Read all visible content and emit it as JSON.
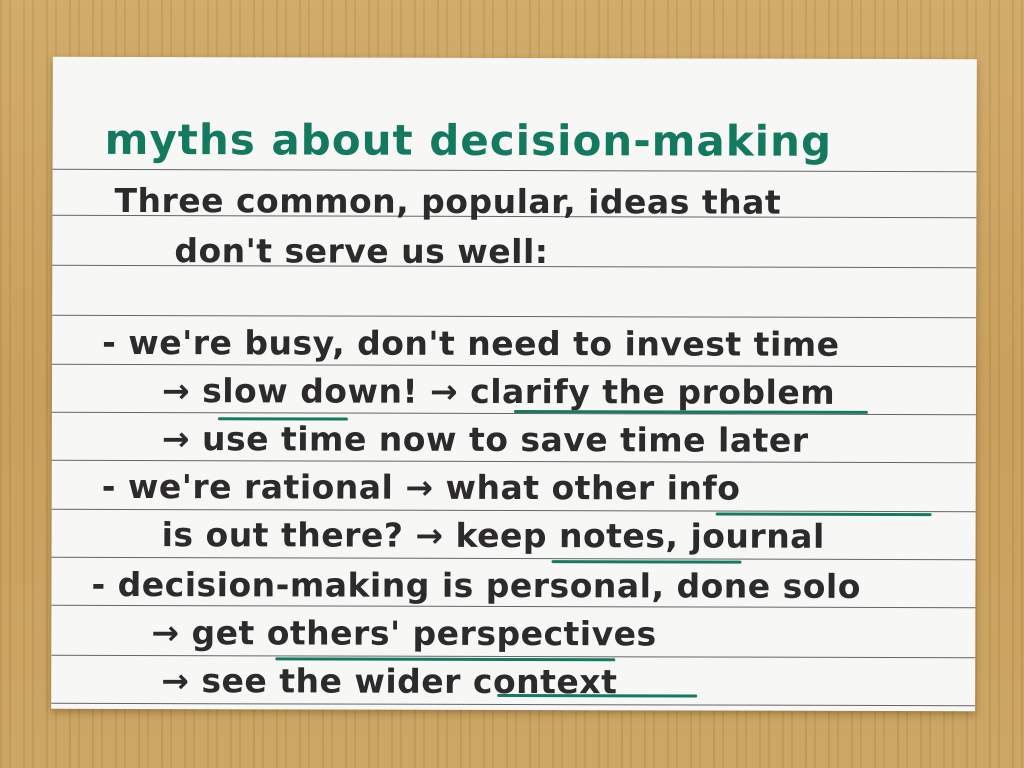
{
  "card": {
    "title": "myths about decision-making",
    "intro": [
      "Three common, popular, ideas that",
      "don't serve us well:"
    ],
    "lines": [
      "- we're busy, don't need to invest time",
      "→ slow down! → clarify the problem",
      "→ use time now to save time later",
      "- we're rational → what other info",
      "is out there? → keep notes, journal",
      "- decision-making is personal, done solo",
      "→ get others' perspectives",
      "→ see the wider context"
    ],
    "underlined_phrases": [
      "slow down",
      "clarify the problem",
      "other info",
      "keep notes",
      "get others' perspectives",
      "wider context"
    ]
  },
  "colors": {
    "title_ink": "#137a5f",
    "body_ink": "#2c2a2a",
    "underline_ink": "#167a60",
    "card": "#f7f7f5",
    "desk": "#c9a15f"
  }
}
